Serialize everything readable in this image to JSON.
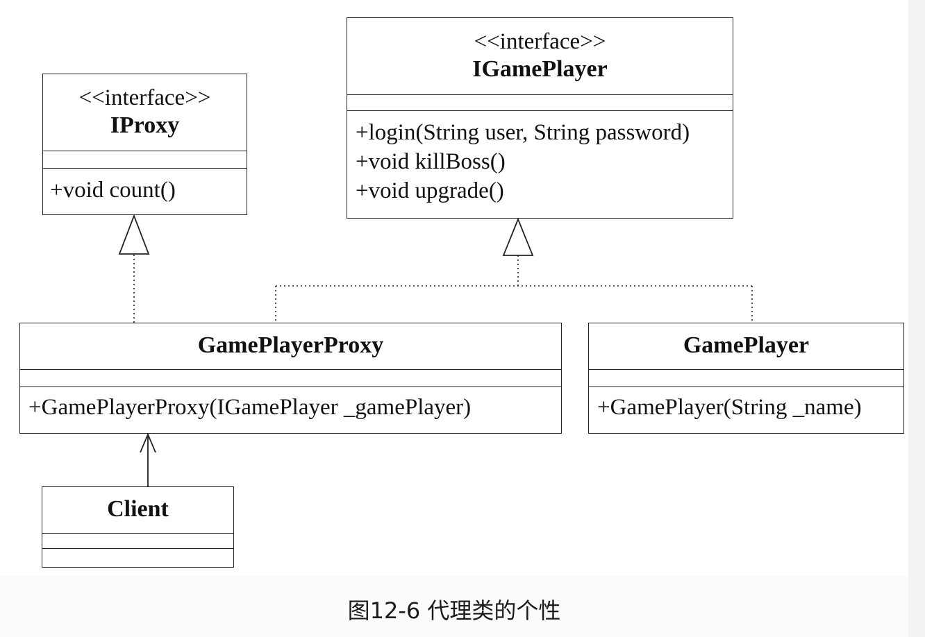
{
  "classes": {
    "iproxy": {
      "stereotype": "<<interface>>",
      "name": "IProxy",
      "methods": [
        "+void count()"
      ]
    },
    "igameplayer": {
      "stereotype": "<<interface>>",
      "name": "IGamePlayer",
      "methods": [
        "+login(String user, String password)",
        "+void killBoss()",
        "+void upgrade()"
      ]
    },
    "gameplayerproxy": {
      "name": "GamePlayerProxy",
      "methods": [
        "+GamePlayerProxy(IGamePlayer _gamePlayer)"
      ]
    },
    "gameplayer": {
      "name": "GamePlayer",
      "methods": [
        "+GamePlayer(String _name)"
      ]
    },
    "client": {
      "name": "Client"
    }
  },
  "relationships": [
    {
      "type": "realization",
      "from": "GamePlayerProxy",
      "to": "IProxy"
    },
    {
      "type": "realization",
      "from": "GamePlayerProxy",
      "to": "IGamePlayer"
    },
    {
      "type": "realization",
      "from": "GamePlayer",
      "to": "IGamePlayer"
    },
    {
      "type": "association",
      "from": "Client",
      "to": "GamePlayerProxy"
    }
  ],
  "caption": "图12-6 代理类的个性",
  "colors": {
    "line": "#222222",
    "background": "#ffffff"
  }
}
